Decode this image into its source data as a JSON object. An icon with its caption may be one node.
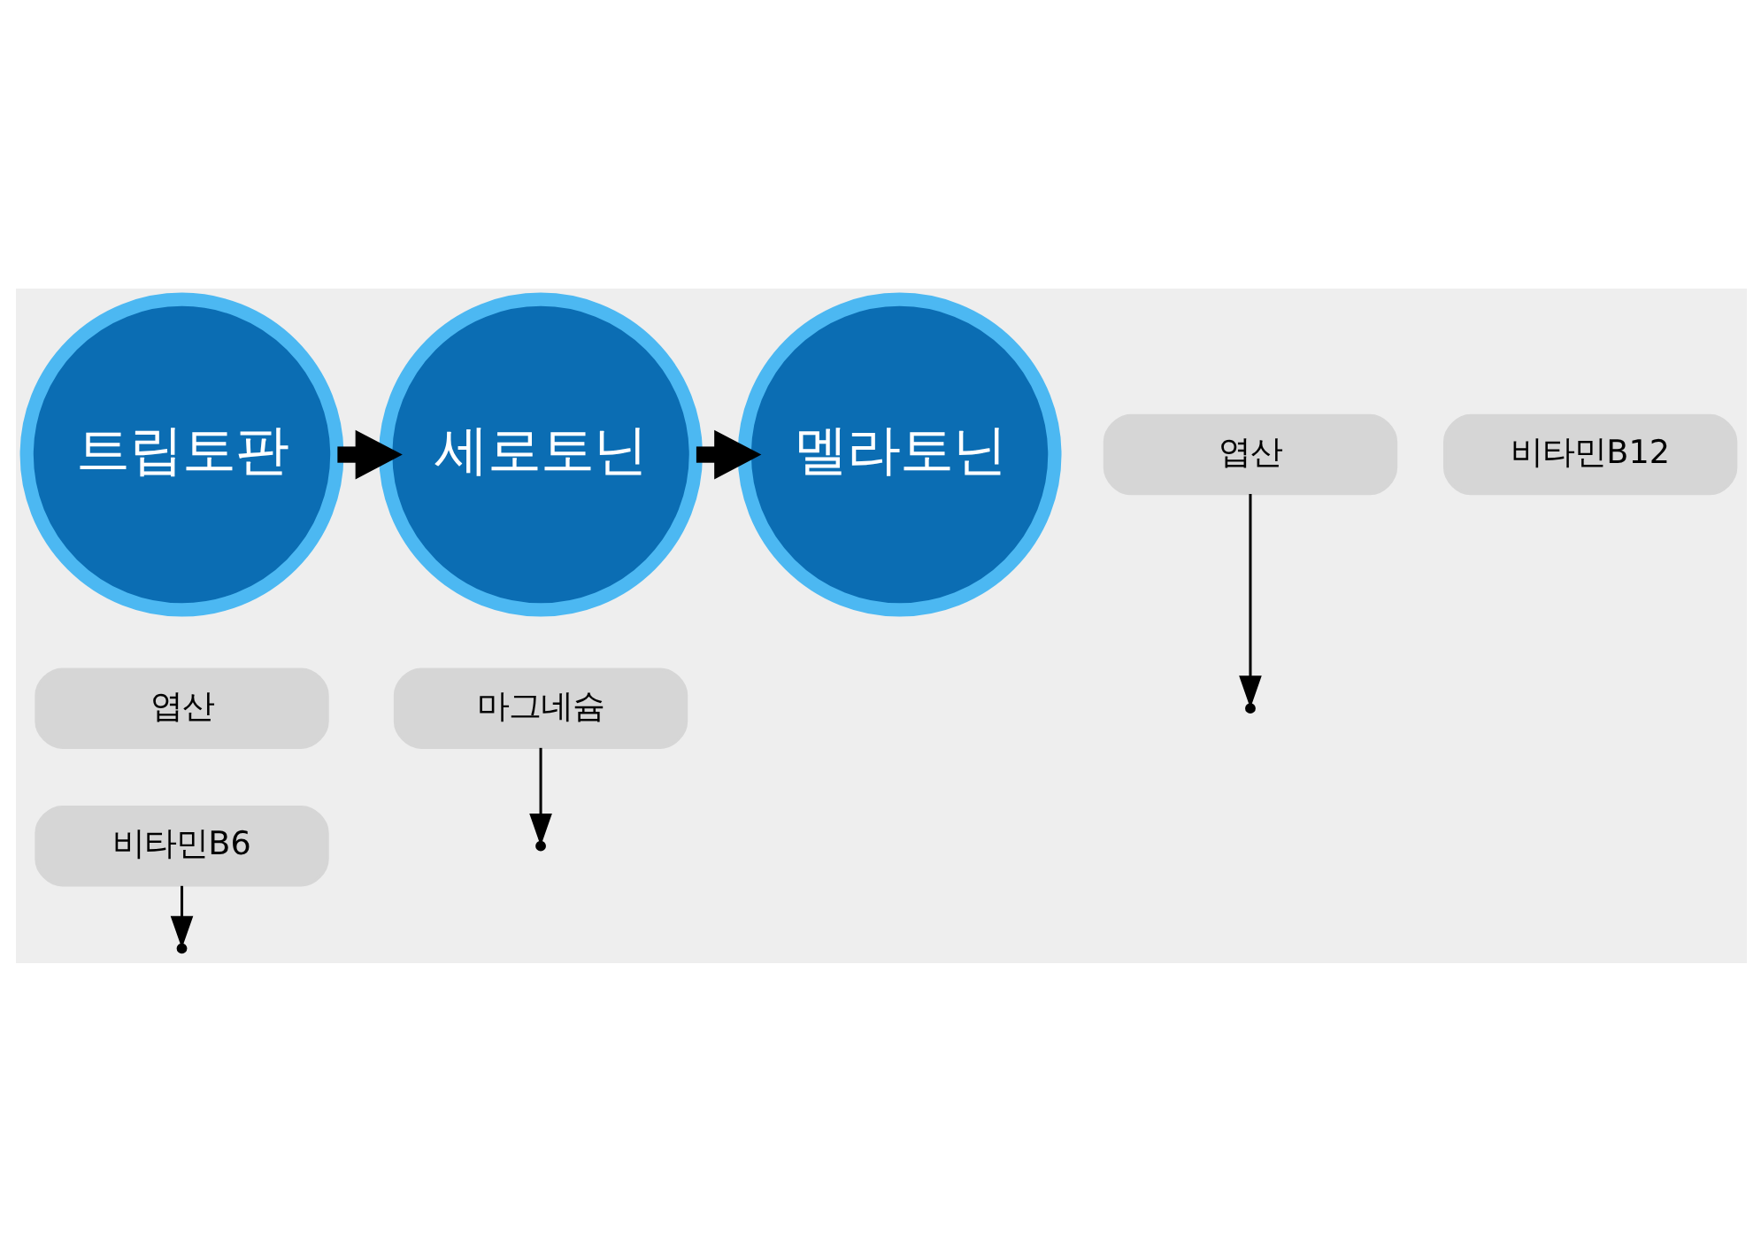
{
  "diagram": {
    "nodes": [
      {
        "text": [
          "트립토판"
        ]
      },
      {
        "text": [
          "엽산"
        ]
      },
      {
        "text": [
          "비타민B6"
        ]
      },
      {
        "text": [
          "세로토닌"
        ]
      },
      {
        "text": [
          "마그네슘"
        ]
      },
      {
        "text": [
          "엽산"
        ]
      },
      {
        "text": [
          "비타민B12"
        ]
      },
      {
        "text": [
          "멜라토닌"
        ]
      }
    ],
    "edges": [
      {
        "from": 0,
        "to": 3,
        "arrow": "to",
        "style": "thick"
      },
      {
        "from": 3,
        "to": 7,
        "arrow": "to",
        "style": "thick"
      },
      {
        "from": 2,
        "to": null,
        "arrow": "to"
      },
      {
        "from": 4,
        "to": null,
        "arrow": "to"
      },
      {
        "from": 5,
        "to": null,
        "arrow": "to"
      }
    ]
  }
}
